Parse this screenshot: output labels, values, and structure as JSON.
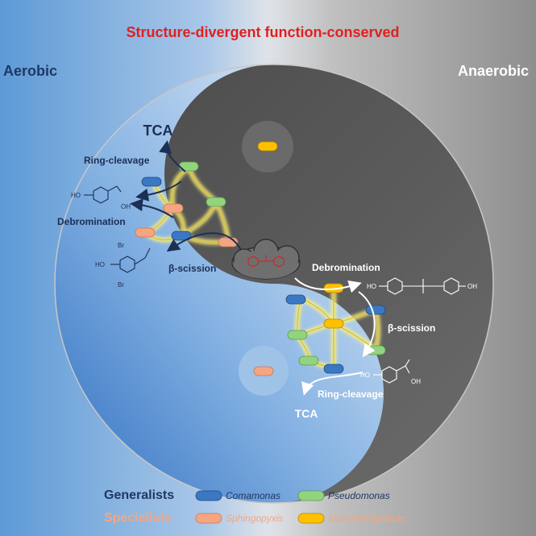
{
  "title": "Structure-divergent function-conserved",
  "sides": {
    "left": "Aerobic",
    "right": "Anaerobic"
  },
  "aerobic": {
    "tca": "TCA",
    "ring_cleavage": "Ring-cleavage",
    "debromination": "Debromination",
    "beta_scission": "β-scission"
  },
  "anaerobic": {
    "debromination": "Debromination",
    "beta_scission": "β-scission",
    "ring_cleavage": "Ring-cleavage",
    "tca": "TCA"
  },
  "molecules": {
    "ho": "HO",
    "oh": "OH",
    "br": "Br"
  },
  "legend": {
    "generalists": "Generalists",
    "specialists": "Specialists",
    "items": [
      {
        "name": "Comamonas",
        "color": "#3b78c4"
      },
      {
        "name": "Pseudomonas",
        "color": "#92d37f"
      },
      {
        "name": "Sphingopyxis",
        "color": "#f4a582"
      },
      {
        "name": "Novosphingobium",
        "color": "#ffc000"
      }
    ]
  },
  "colors": {
    "title": "#e02020",
    "generalists": "#1f3864",
    "specialists": "#f4a582",
    "yin_light": "#c9dbef",
    "yin_dark": "#5a5a5a"
  }
}
